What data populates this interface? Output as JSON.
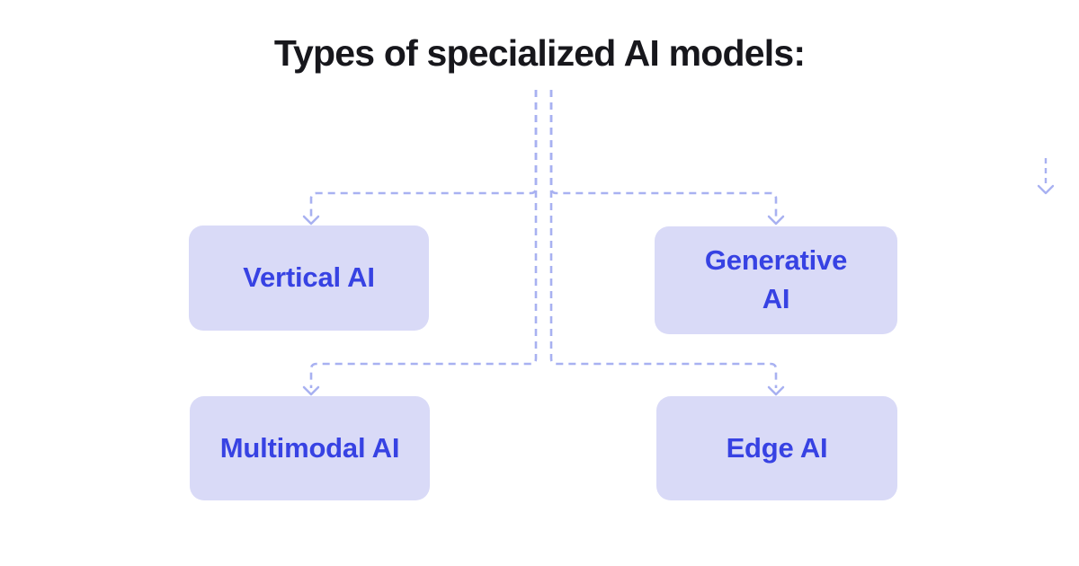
{
  "title": "Types of specialized AI models:",
  "nodes": {
    "vertical": {
      "label": "Vertical AI"
    },
    "generative": {
      "label": "Generative AI"
    },
    "multimodal": {
      "label": "Multimodal AI"
    },
    "edge": {
      "label": "Edge AI"
    }
  },
  "edges": [
    {
      "from": "root",
      "to": "Vertical AI"
    },
    {
      "from": "root",
      "to": "Generative AI"
    },
    {
      "from": "root",
      "to": "Multimodal AI"
    },
    {
      "from": "root",
      "to": "Edge AI"
    }
  ],
  "decorations": [
    {
      "type": "dashed-down-arrow",
      "position": "right-margin"
    }
  ],
  "colors": {
    "background": "#ffffff",
    "node_background": "#d9daf7",
    "node_text": "#3742e3",
    "connector": "#a8b1f1",
    "title_text": "#17171c"
  }
}
